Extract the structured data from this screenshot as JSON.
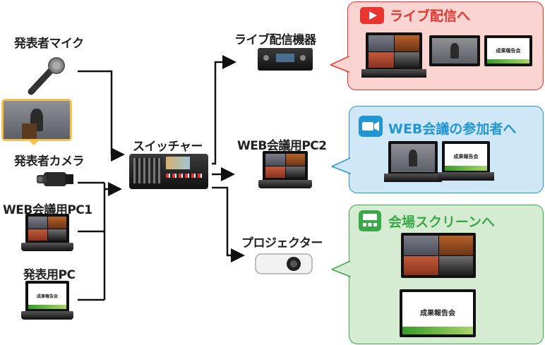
{
  "sources": {
    "mic": "発表者マイク",
    "camera": "発表者カメラ",
    "pc1": "WEB会議用PC1",
    "pc_presenter": "発表用PC"
  },
  "switcher": "スイッチャー",
  "outputs": {
    "live_device": "ライブ配信機器",
    "pc2": "WEB会議用PC2",
    "projector": "プロジェクター"
  },
  "destinations": {
    "live": {
      "title": "ライブ配信へ",
      "color": "#e8352f",
      "bg": "#f9d4d1",
      "icon": "play-icon"
    },
    "web": {
      "title": "WEB会議の参加者へ",
      "color": "#2196d3",
      "bg": "#cfe7f7",
      "icon": "video-camera-icon"
    },
    "venue": {
      "title": "会場スクリーンへ",
      "color": "#3aa847",
      "bg": "#d5ebd2",
      "icon": "venue-screen-icon"
    }
  },
  "slide_text": "成果報告会"
}
